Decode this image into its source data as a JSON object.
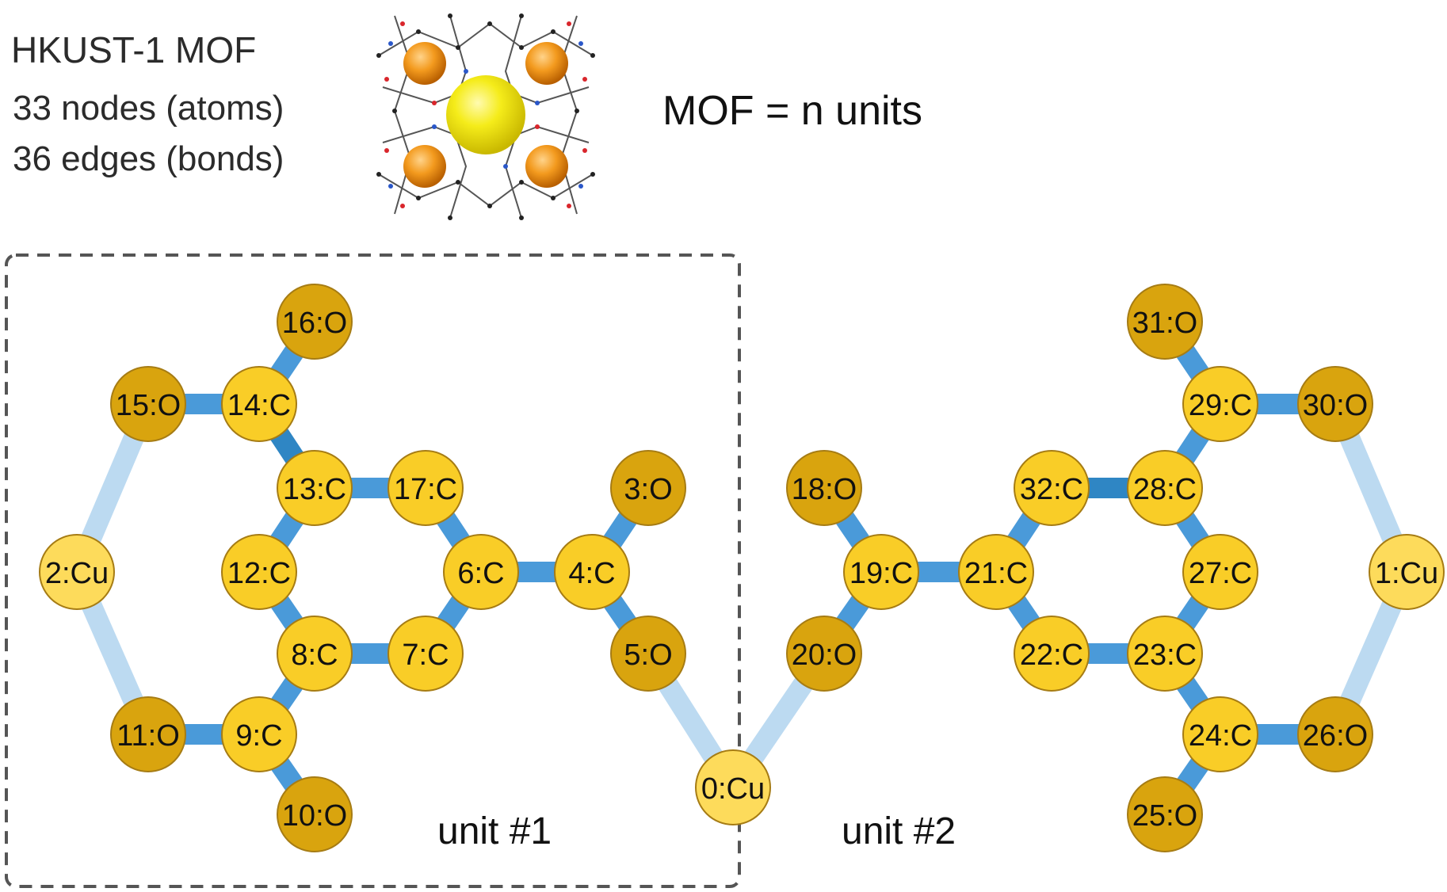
{
  "info": {
    "title": "HKUST-1 MOF",
    "nodes_line": "33 nodes (atoms)",
    "edges_line": "36 edges (bonds)"
  },
  "equation": "MOF = n units",
  "units": {
    "unit1_label": "unit #1",
    "unit2_label": "unit #2"
  },
  "colors": {
    "bond_strong": "#4a9ad9",
    "bond_strong_dark": "#2f86c4",
    "bond_light": "#bcdaf1",
    "node_o": "#d9a40e",
    "node_c": "#f9cd27",
    "node_cu": "#fddb5b",
    "node_stroke": "#a67c14",
    "frame": "#555555"
  },
  "nodes": [
    {
      "label": "0:Cu",
      "type": "Cu"
    },
    {
      "label": "1:Cu",
      "type": "Cu"
    },
    {
      "label": "2:Cu",
      "type": "Cu"
    },
    {
      "label": "3:O",
      "type": "O"
    },
    {
      "label": "4:C",
      "type": "C"
    },
    {
      "label": "5:O",
      "type": "O"
    },
    {
      "label": "6:C",
      "type": "C"
    },
    {
      "label": "7:C",
      "type": "C"
    },
    {
      "label": "8:C",
      "type": "C"
    },
    {
      "label": "9:C",
      "type": "C"
    },
    {
      "label": "10:O",
      "type": "O"
    },
    {
      "label": "11:O",
      "type": "O"
    },
    {
      "label": "12:C",
      "type": "C"
    },
    {
      "label": "13:C",
      "type": "C"
    },
    {
      "label": "14:C",
      "type": "C"
    },
    {
      "label": "15:O",
      "type": "O"
    },
    {
      "label": "16:O",
      "type": "O"
    },
    {
      "label": "17:C",
      "type": "C"
    },
    {
      "label": "18:O",
      "type": "O"
    },
    {
      "label": "19:C",
      "type": "C"
    },
    {
      "label": "20:O",
      "type": "O"
    },
    {
      "label": "21:C",
      "type": "C"
    },
    {
      "label": "22:C",
      "type": "C"
    },
    {
      "label": "23:C",
      "type": "C"
    },
    {
      "label": "24:C",
      "type": "C"
    },
    {
      "label": "25:O",
      "type": "O"
    },
    {
      "label": "26:O",
      "type": "O"
    },
    {
      "label": "27:C",
      "type": "C"
    },
    {
      "label": "28:C",
      "type": "C"
    },
    {
      "label": "29:C",
      "type": "C"
    },
    {
      "label": "30:O",
      "type": "O"
    },
    {
      "label": "31:O",
      "type": "O"
    },
    {
      "label": "32:C",
      "type": "C"
    }
  ],
  "edges": [
    {
      "a": 15,
      "b": 14,
      "w": "strong"
    },
    {
      "a": 16,
      "b": 14,
      "w": "strong"
    },
    {
      "a": 14,
      "b": 13,
      "w": "strong_dark"
    },
    {
      "a": 13,
      "b": 17,
      "w": "strong"
    },
    {
      "a": 13,
      "b": 12,
      "w": "strong"
    },
    {
      "a": 12,
      "b": 8,
      "w": "strong"
    },
    {
      "a": 17,
      "b": 6,
      "w": "strong"
    },
    {
      "a": 6,
      "b": 7,
      "w": "strong"
    },
    {
      "a": 7,
      "b": 8,
      "w": "strong"
    },
    {
      "a": 8,
      "b": 9,
      "w": "strong"
    },
    {
      "a": 9,
      "b": 11,
      "w": "strong"
    },
    {
      "a": 9,
      "b": 10,
      "w": "strong"
    },
    {
      "a": 6,
      "b": 4,
      "w": "strong"
    },
    {
      "a": 4,
      "b": 3,
      "w": "strong"
    },
    {
      "a": 4,
      "b": 5,
      "w": "strong"
    },
    {
      "a": 2,
      "b": 15,
      "w": "light"
    },
    {
      "a": 2,
      "b": 11,
      "w": "light"
    },
    {
      "a": 5,
      "b": 0,
      "w": "light"
    },
    {
      "a": 0,
      "b": 20,
      "w": "light"
    },
    {
      "a": 20,
      "b": 19,
      "w": "strong"
    },
    {
      "a": 18,
      "b": 19,
      "w": "strong"
    },
    {
      "a": 19,
      "b": 21,
      "w": "strong"
    },
    {
      "a": 21,
      "b": 32,
      "w": "strong"
    },
    {
      "a": 21,
      "b": 22,
      "w": "strong"
    },
    {
      "a": 22,
      "b": 23,
      "w": "strong"
    },
    {
      "a": 32,
      "b": 28,
      "w": "strong_dark"
    },
    {
      "a": 28,
      "b": 27,
      "w": "strong"
    },
    {
      "a": 27,
      "b": 23,
      "w": "strong"
    },
    {
      "a": 23,
      "b": 24,
      "w": "strong"
    },
    {
      "a": 24,
      "b": 25,
      "w": "strong"
    },
    {
      "a": 24,
      "b": 26,
      "w": "strong"
    },
    {
      "a": 28,
      "b": 29,
      "w": "strong"
    },
    {
      "a": 29,
      "b": 31,
      "w": "strong"
    },
    {
      "a": 29,
      "b": 30,
      "w": "strong"
    },
    {
      "a": 30,
      "b": 1,
      "w": "light"
    },
    {
      "a": 1,
      "b": 26,
      "w": "light"
    }
  ]
}
